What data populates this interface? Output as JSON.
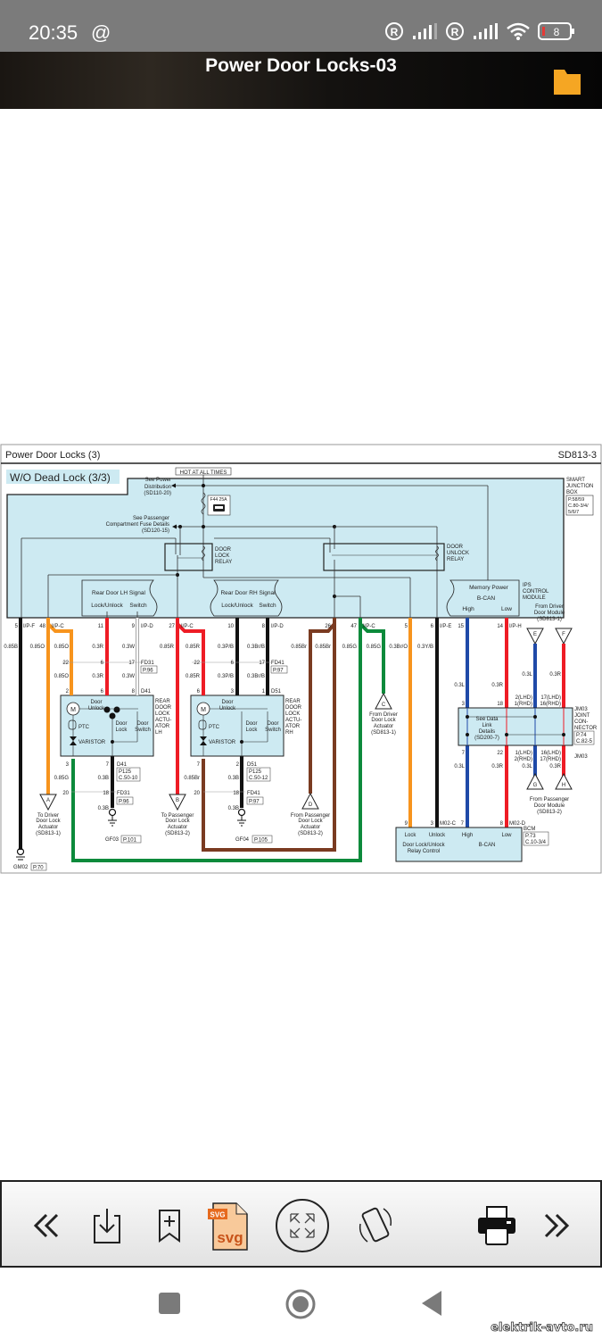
{
  "status_bar": {
    "time": "20:35",
    "notification_icon": "at-sign-icon",
    "battery_level": "8",
    "icons": [
      "roaming-r-icon",
      "signal-bars-icon",
      "roaming-r-icon",
      "signal-bars-icon",
      "wifi-icon",
      "battery-icon"
    ]
  },
  "app_bar": {
    "title": "Power Door Locks-03",
    "folder_icon": "folder-icon",
    "accent_color": "#f5a623"
  },
  "diagram": {
    "header_title": "Power Door Locks (3)",
    "header_code": "SD813-3",
    "variant_label": "W/O Dead Lock (3/3)",
    "hot_label": "HOT AT ALL TIMES",
    "fuse_label": "F44 25A",
    "power_dist": [
      "See Power",
      "Distribution",
      "(SD110-20)"
    ],
    "pass_fuse": [
      "See Passenger",
      "Compartment Fuse Details",
      "(SD120-15)"
    ],
    "door_lock_relay": [
      "DOOR",
      "LOCK",
      "RELAY"
    ],
    "door_unlock_relay": [
      "DOOR",
      "UNLOCK",
      "RELAY"
    ],
    "smart_junction": [
      "SMART",
      "JUNCTION",
      "BOX"
    ],
    "smart_junction_ref": [
      "P.58/59",
      "C.80-3/4/",
      "5/6/7"
    ],
    "ips_module": [
      "IPS",
      "CONTROL",
      "MODULE"
    ],
    "rear_lh_signal": "Rear Door LH Signal",
    "rear_rh_signal": "Rear Door RH Signal",
    "lock_unlock": "Lock/Unlock",
    "switch": "Switch",
    "memory_power": "Memory Power",
    "bcan": "B-CAN",
    "high": "High",
    "low": "Low",
    "pins_top": [
      {
        "pin": "5",
        "conn": "I/P-F"
      },
      {
        "pin": "48",
        "conn": "I/P-C"
      },
      {
        "pin": "11",
        "conn": ""
      },
      {
        "pin": "9",
        "conn": "I/P-D"
      },
      {
        "pin": "27",
        "conn": "I/P-C"
      },
      {
        "pin": "10",
        "conn": ""
      },
      {
        "pin": "8",
        "conn": "I/P-D"
      },
      {
        "pin": "26",
        "conn": ""
      },
      {
        "pin": "47",
        "conn": "I/P-C"
      },
      {
        "pin": "5",
        "conn": ""
      },
      {
        "pin": "6",
        "conn": "I/P-E"
      },
      {
        "pin": "15",
        "conn": ""
      },
      {
        "pin": "14",
        "conn": "I/P-H"
      }
    ],
    "wire_labels_row1": [
      "0.85B",
      "0.85O",
      "0.85O",
      "0.3R",
      "0.3W",
      "0.85R",
      "0.85R",
      "0.3P/B",
      "0.3Br/B",
      "0.85Br",
      "0.85Br",
      "0.85G",
      "0.85G",
      "0.3Br/O",
      "0.3Y/B"
    ],
    "fd31": {
      "name": "FD31",
      "ref": "P.96",
      "pins": [
        "22",
        "6",
        "17"
      ]
    },
    "fd41": {
      "name": "FD41",
      "ref": "P.97",
      "pins": [
        "22",
        "6",
        "17"
      ]
    },
    "wire_labels_row2_lh": [
      "0.85O",
      "0.3R",
      "0.3W"
    ],
    "wire_labels_row2_rh": [
      "0.85R",
      "0.3P/B",
      "0.3Br/B"
    ],
    "d41": {
      "name": "D41",
      "pins_top": [
        "2",
        "6",
        "8"
      ],
      "pins_bottom": [
        "3",
        "7"
      ],
      "ref": [
        "P125",
        "C.50-10"
      ]
    },
    "d51": {
      "name": "D51",
      "pins_top": [
        "6",
        "3",
        "1"
      ],
      "pins_bottom": [
        "7",
        "2"
      ],
      "ref": [
        "P125",
        "C.50-12"
      ]
    },
    "rear_lh_actuator": [
      "REAR",
      "DOOR",
      "LOCK",
      "ACTU-",
      "ATOR",
      "LH"
    ],
    "rear_rh_actuator": [
      "REAR",
      "DOOR",
      "LOCK",
      "ACTU-",
      "ATOR",
      "RH"
    ],
    "actuator_parts": {
      "door_unlock": [
        "Door",
        "Unlock"
      ],
      "door_lock": [
        "Door",
        "Lock"
      ],
      "door_switch": [
        "Door",
        "Switch"
      ],
      "motor": "M",
      "ptc": "PTC",
      "varistor": "VARISTOR"
    },
    "lower_lh": {
      "wire_g": "0.85G",
      "wire_b1": "0.3B",
      "wire_b2": "0.3B",
      "pin20": "20",
      "pin18": "18",
      "ground": "GF03",
      "ground_ref": "P.101"
    },
    "lower_rh": {
      "wire_br": "0.85Br",
      "wire_b1": "0.3B",
      "wire_b2": "0.3B",
      "pin20": "20",
      "pin18": "18",
      "ground": "GF04",
      "ground_ref": "P.105"
    },
    "ground_main": {
      "name": "GM02",
      "ref": "P.70"
    },
    "connectors": [
      {
        "letter": "A",
        "lines": [
          "To Driver",
          "Door Lock",
          "Actuator",
          "(SD813-1)"
        ]
      },
      {
        "letter": "B",
        "lines": [
          "To Passenger",
          "Door Lock",
          "Actuator",
          "(SD813-2)"
        ]
      },
      {
        "letter": "C",
        "lines": [
          "From Driver",
          "Door Lock",
          "Actuator",
          "(SD813-1)"
        ]
      },
      {
        "letter": "D",
        "lines": [
          "From Passenger",
          "Door Lock",
          "Actuator",
          "(SD813-2)"
        ]
      },
      {
        "letter": "E",
        "lines": []
      },
      {
        "letter": "F",
        "lines": []
      },
      {
        "letter": "G",
        "lines": []
      },
      {
        "letter": "H",
        "lines": []
      }
    ],
    "from_driver_module": [
      "From Driver",
      "Door Module",
      "(SD813-1)"
    ],
    "from_pass_module": [
      "From Passenger",
      "Door Module",
      "(SD813-2)"
    ],
    "joint": {
      "name": "JM03",
      "label": [
        "JOINT",
        "CON-",
        "NECTOR"
      ],
      "ref": [
        "P.74",
        "C.82-5"
      ],
      "see": [
        "See Data",
        "Link",
        "Details",
        "(SD200-7)"
      ],
      "pins_top": [
        "3",
        "18",
        "2(LHD)",
        "1(RHD)",
        "17(LHD)",
        "16(RHD)"
      ],
      "pins_bottom": [
        "7",
        "22",
        "1(LHD)",
        "2(RHD)",
        "16(LHD)",
        "17(RHD)"
      ],
      "wires_top": [
        "0.3L",
        "0.3R",
        "0.3L",
        "0.3R"
      ],
      "wires_bottom": [
        "0.3L",
        "0.3R",
        "0.3L",
        "0.3R"
      ]
    },
    "bcm": {
      "name": "BCM",
      "ref": [
        "P.73",
        "C.10-3/4"
      ],
      "pins": [
        "9",
        "3",
        "7",
        "8"
      ],
      "conn_c": "M02-C",
      "conn_d": "M02-D",
      "lock": "Lock",
      "unlock": "Unlock",
      "relay_control": [
        "Door Lock/Unlock",
        "Relay Control"
      ],
      "high": "High",
      "low": "Low",
      "bcan": "B-CAN"
    },
    "colors": {
      "orange": "#f7941d",
      "red": "#ee1c25",
      "black": "#111111",
      "white": "#ffffff",
      "green": "#0c8a3b",
      "brown": "#7a3b21",
      "blue": "#1f4aa8",
      "module_fill": "#cdeaf2"
    }
  },
  "toolbar": {
    "buttons": [
      {
        "name": "first-page-button",
        "icon": "double-chevron-left-icon",
        "glyph": "«"
      },
      {
        "name": "download-button",
        "icon": "download-icon"
      },
      {
        "name": "bookmark-add-button",
        "icon": "bookmark-plus-icon"
      },
      {
        "name": "svg-export-button",
        "icon": "svg-file-icon",
        "label": "svg",
        "badge": "SVG"
      },
      {
        "name": "fullscreen-button",
        "icon": "expand-arrows-icon"
      },
      {
        "name": "rotate-button",
        "icon": "rotate-device-icon"
      },
      {
        "name": "print-button",
        "icon": "printer-icon"
      },
      {
        "name": "last-page-button",
        "icon": "double-chevron-right-icon",
        "glyph": "»"
      }
    ]
  },
  "nav_bar": {
    "buttons": [
      "recents-square-icon",
      "home-circle-icon",
      "back-triangle-icon"
    ]
  },
  "watermark": "elektrik-avto.ru"
}
